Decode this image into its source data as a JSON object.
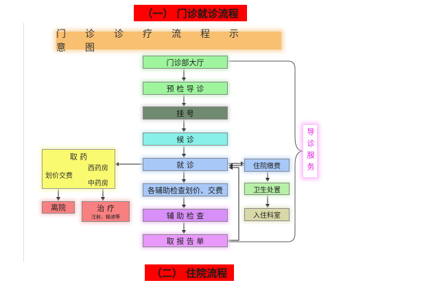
{
  "section1_title": "（一）  门诊就诊流程",
  "section2_title": "（二）  住院流程",
  "diagram_title": "门诊诊疗流程示意图",
  "main_flow": {
    "reception": "门诊部大厅",
    "triage": "预 检 导 诊",
    "register": "挂      号",
    "wait": "候          诊",
    "consult": "就          诊",
    "pricing": "各辅助检查划价、交费",
    "exam": "辅  助  检  查",
    "report": "取  报  告  单"
  },
  "guide_service": "导诊服务",
  "medicine": {
    "title": "取          药",
    "pricing": "划价交费",
    "western": "西药房",
    "chinese": "中药房"
  },
  "leave": "离院",
  "treatment": {
    "title": "治  疗",
    "subtitle": "注射、输液等"
  },
  "inpatient": {
    "deposit": "住院缴费",
    "sanitation": "卫生处置",
    "admit": "入住科室"
  },
  "colors": {
    "title_red": "#ff0000",
    "green": "#9ef59e",
    "gray_green": "#708a70",
    "cyan": "#88f0e8",
    "blue": "#a8c8f8",
    "purple": "#e898f8",
    "yellow": "#fafa70",
    "red": "#f88080",
    "tan": "#d8d8a8",
    "light_green": "#b8f0a8"
  }
}
